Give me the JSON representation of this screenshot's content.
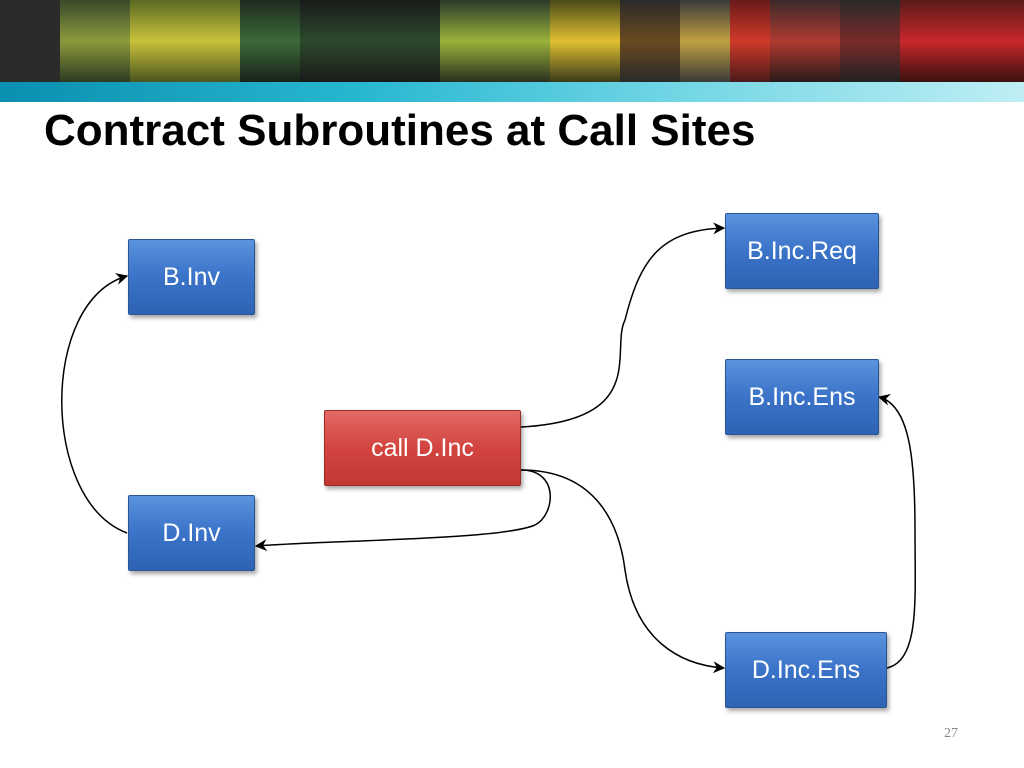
{
  "slide": {
    "title": "Contract Subroutines at Call Sites",
    "page_number": "27"
  },
  "nodes": {
    "b_inv": "B.Inv",
    "d_inv": "D.Inv",
    "call_d_inc": "call D.Inc",
    "b_inc_req": "B.Inc.Req",
    "b_inc_ens": "B.Inc.Ens",
    "d_inc_ens": "D.Inc.Ens"
  },
  "edges": [
    {
      "from": "D.Inv",
      "to": "B.Inv"
    },
    {
      "from": "call D.Inc",
      "to": "B.Inc.Req"
    },
    {
      "from": "call D.Inc",
      "to": "D.Inv"
    },
    {
      "from": "call D.Inc",
      "to": "D.Inc.Ens"
    },
    {
      "from": "D.Inc.Ens",
      "to": "B.Inc.Ens"
    }
  ],
  "colors": {
    "node_blue": "#3a73c8",
    "node_red": "#d3443f",
    "arrow": "#000000",
    "banner_accent": "#27b7d1"
  }
}
